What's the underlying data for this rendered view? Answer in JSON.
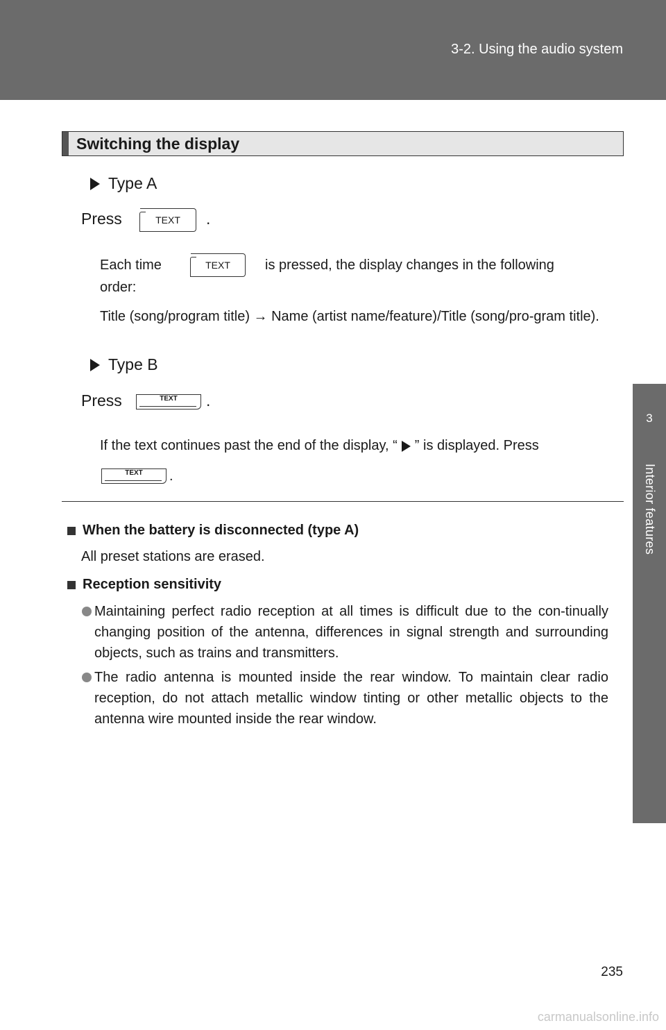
{
  "header": {
    "title": "3-2. Using the audio system"
  },
  "side_tab": {
    "number": "3",
    "label": "Interior features"
  },
  "section": {
    "title": "Switching the display"
  },
  "type_a": {
    "label": "Type A",
    "press": "Press",
    "button": "TEXT",
    "period": ".",
    "each_time_1": "Each time",
    "each_time_2": "is pressed, the display changes in the following",
    "each_time_3": "order:",
    "order_text": "Title (song/program title) → Name (artist name/feature)/Title (song/pro-gram title)."
  },
  "type_b": {
    "label": "Type B",
    "press": "Press",
    "button": "TEXT",
    "period": ".",
    "continues_1": "If the text continues past the end of the display, “",
    "continues_2": "” is displayed. Press",
    "continues_end": "."
  },
  "notes": {
    "battery_head": "When the battery is disconnected (type A)",
    "battery_text": "All preset stations are erased.",
    "reception_head": "Reception sensitivity",
    "bullet_1": "Maintaining perfect radio reception at all times is difficult due to the con-tinually changing position of the antenna, differences in signal strength and surrounding objects, such as trains and transmitters.",
    "bullet_2": "The radio antenna is mounted inside the rear window. To maintain clear radio reception, do not attach metallic window tinting or other metallic objects to the antenna wire mounted inside the rear window."
  },
  "page_number": "235",
  "watermark": "carmanualsonline.info"
}
